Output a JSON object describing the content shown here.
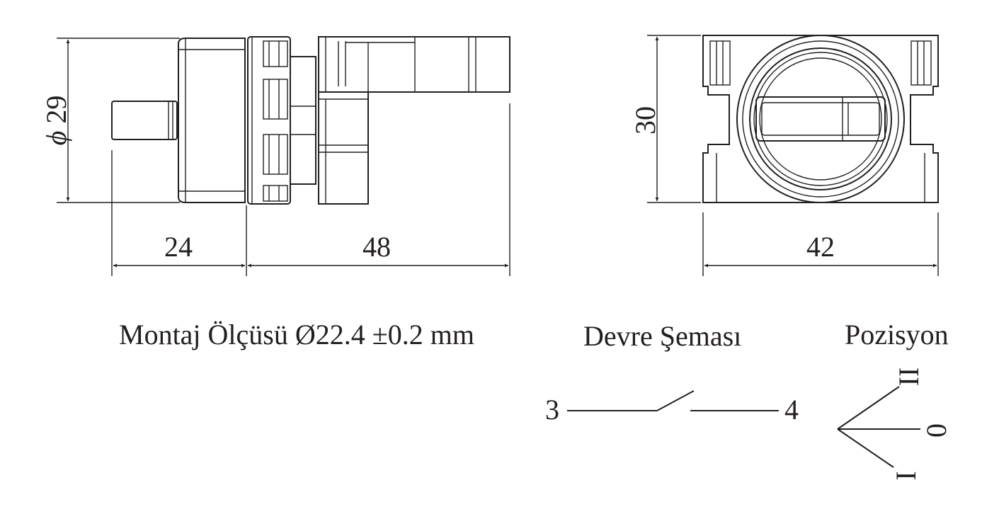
{
  "dimensions": {
    "diameter": "29",
    "length_front": "24",
    "length_body": "48",
    "height": "30",
    "width": "42"
  },
  "labels": {
    "mounting": "Montaj Ölçüsü Ø22.4 ±0.2 mm",
    "circuit": "Devre Şeması",
    "position": "Pozisyon"
  },
  "circuit": {
    "terminal_left": "3",
    "terminal_right": "4"
  },
  "positions": {
    "upper": "II",
    "middle": "0",
    "lower": "I"
  },
  "colors": {
    "ink": "#231f20",
    "background": "#ffffff"
  }
}
